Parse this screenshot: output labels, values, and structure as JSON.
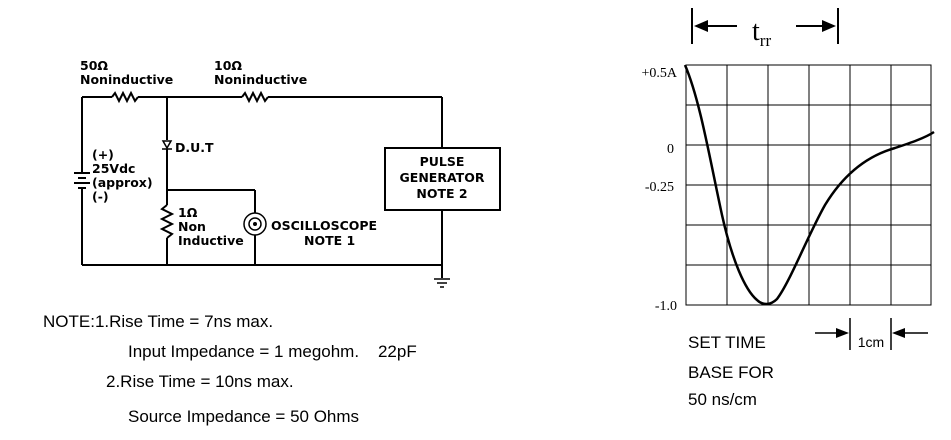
{
  "circuit": {
    "r1_value": "50Ω",
    "r1_type": "Noninductive",
    "r2_value": "10Ω",
    "r2_type": "Noninductive",
    "dut": "D.U.T",
    "supply_lines": [
      "(+)",
      "25Vdc",
      "(approx)",
      "(-)"
    ],
    "r3_lines": [
      "1Ω",
      "Non",
      "Inductive"
    ],
    "scope_lines": [
      "OSCILLOSCOPE",
      "NOTE  1"
    ],
    "pulse_gen_lines": [
      "PULSE",
      "GENERATOR",
      "NOTE  2"
    ]
  },
  "notes": {
    "line1": "NOTE:1.Rise Time = 7ns max.",
    "line2": "Input Impedance = 1 megohm.    22pF",
    "line3": "2.Rise Time = 10ns max.",
    "line4": "Source Impedance = 50 Ohms"
  },
  "waveform": {
    "trr_main": "t",
    "trr_sub": "rr",
    "y_labels": [
      "+0.5A",
      "0",
      "-0.25",
      "-1.0"
    ],
    "time_base": [
      "SET TIME",
      "BASE FOR",
      "50 ns/cm"
    ],
    "scale_label": "1cm"
  }
}
